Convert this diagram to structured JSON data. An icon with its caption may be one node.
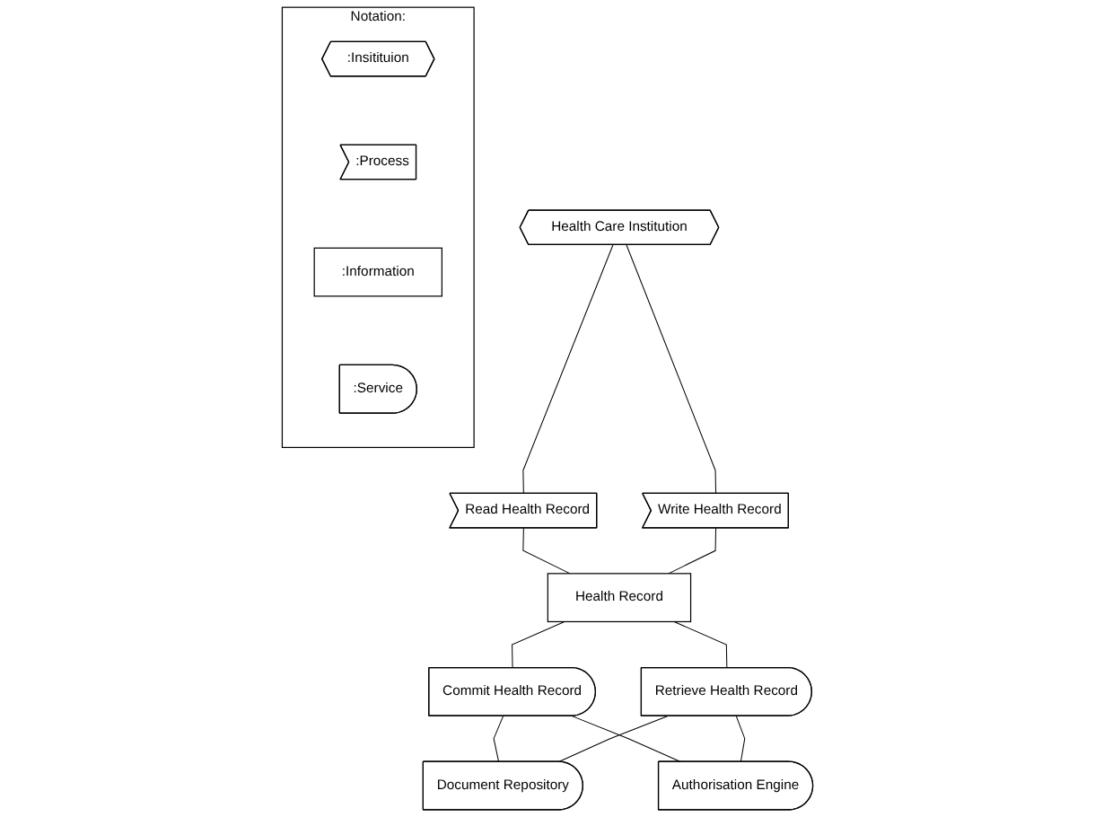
{
  "diagram": {
    "nodes": [
      {
        "text": [
          "Health Care Institution"
        ]
      },
      {
        "text": [
          "Read Health Record"
        ]
      },
      {
        "text": [
          "Write Health Record"
        ]
      },
      {
        "text": [
          "Health Record"
        ]
      },
      {
        "text": [
          "Commit Health Record"
        ]
      },
      {
        "text": [
          "Retrieve Health Record"
        ]
      },
      {
        "text": [
          "Document Repository"
        ]
      },
      {
        "text": [
          "Authorisation Engine"
        ]
      },
      {
        "text": [
          "Notation:"
        ]
      },
      {
        "text": [
          ":Insitituion"
        ],
        "in": 8
      },
      {
        "text": [
          ":Process"
        ],
        "in": 8
      },
      {
        "text": [
          ":Information"
        ],
        "in": 8
      },
      {
        "text": [
          ":Service"
        ],
        "in": 8
      }
    ],
    "edges": [
      {
        "from": 0,
        "to": 1,
        "arrow": "none"
      },
      {
        "from": 0,
        "to": 2,
        "arrow": "none"
      },
      {
        "from": 1,
        "to": 3,
        "arrow": "none"
      },
      {
        "from": 2,
        "to": 3,
        "arrow": "none"
      },
      {
        "from": 3,
        "to": 4,
        "arrow": "none"
      },
      {
        "from": 3,
        "to": 5,
        "arrow": "none"
      },
      {
        "from": 4,
        "to": 6,
        "arrow": "none"
      },
      {
        "from": 4,
        "to": 7,
        "arrow": "none"
      },
      {
        "from": 5,
        "to": 6,
        "arrow": "none"
      },
      {
        "from": 5,
        "to": 7,
        "arrow": "none"
      }
    ]
  }
}
